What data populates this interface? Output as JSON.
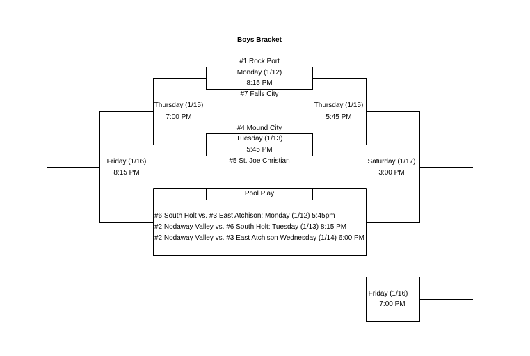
{
  "title": "Boys Bracket",
  "game1": {
    "top_team": "#1 Rock Port",
    "day": "Monday (1/12)",
    "time": "8:15 PM",
    "bottom_team": "#7 Falls City"
  },
  "game2": {
    "top_team": "#4 Mound City",
    "day": "Tuesday (1/13)",
    "time": "5:45 PM",
    "bottom_team": "#5 St. Joe Christian"
  },
  "semi_left": {
    "day": "Thursday (1/15)",
    "time": "7:00 PM"
  },
  "semi_right": {
    "day": "Thursday (1/15)",
    "time": "5:45 PM"
  },
  "final_left": {
    "day": "Friday (1/16)",
    "time": "8:15 PM"
  },
  "final_right": {
    "day": "Saturday (1/17)",
    "time": "3:00 PM"
  },
  "pool": {
    "label": "Pool Play",
    "games": [
      "#6 South Holt vs. #3 East Atchison: Monday (1/12) 5:45pm",
      "#2 Nodaway Valley vs. #6 South Holt: Tuesday (1/13) 8:15 PM",
      "#2 Nodaway Valley vs. #3 East Atchison Wednesday (1/14) 6:00 PM"
    ]
  },
  "consolation": {
    "day": "Friday (1/16)",
    "time": "7:00 PM"
  }
}
